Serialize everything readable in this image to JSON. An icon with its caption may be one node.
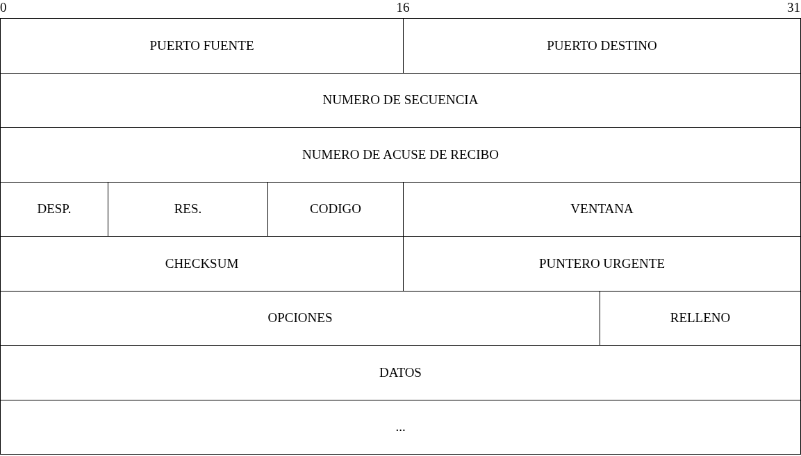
{
  "diagram": {
    "labels": [
      "0",
      "16",
      "31",
      "PUERTO FUENTE",
      "PUERTO DESTINO",
      "NUMERO DE SECUENCIA",
      "NUMERO DE ACUSE DE RECIBO",
      "DESP.",
      "RES.",
      "CODIGO",
      "VENTANA",
      "CHECKSUM",
      "PUNTERO URGENTE",
      "OPCIONES",
      "RELLENO",
      "DATOS",
      "..."
    ]
  }
}
